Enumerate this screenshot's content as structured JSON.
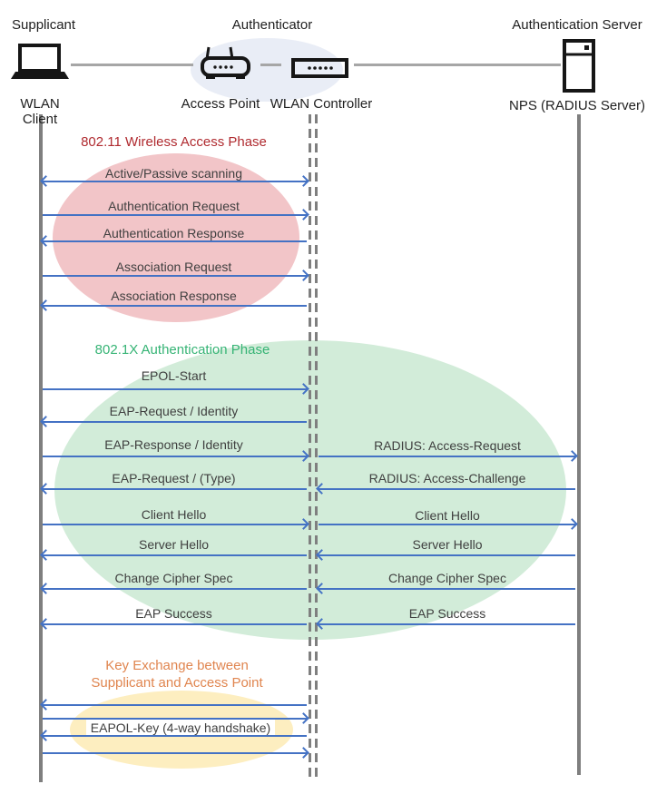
{
  "diagram": {
    "roles": {
      "supplicant": "Supplicant",
      "authenticator": "Authenticator",
      "server": "Authentication Server"
    },
    "devices": {
      "wlan_client": "WLAN Client",
      "access_point": "Access Point",
      "wlan_controller": "WLAN Controller",
      "nps": "NPS (RADIUS Server)"
    },
    "phases": {
      "p1": {
        "title": "802.11 Wireless Access Phase",
        "color": "#b02b30",
        "fill": "#f2c5c8"
      },
      "p2": {
        "title": "802.1X Authentication Phase",
        "color": "#36b475",
        "fill": "#d2ecd9"
      },
      "p3": {
        "title_line1": "Key Exchange between",
        "title_line2": "Supplicant and Access Point",
        "color": "#e0854f",
        "fill": "#fdeec0"
      }
    },
    "messages": [
      {
        "label": "Active/Passive scanning",
        "from": "WLAN Client",
        "to": "WLAN Controller",
        "direction": "both"
      },
      {
        "label": "Authentication Request",
        "from": "WLAN Client",
        "to": "WLAN Controller",
        "direction": "right"
      },
      {
        "label": "Authentication Response",
        "from": "WLAN Controller",
        "to": "WLAN Client",
        "direction": "left"
      },
      {
        "label": "Association Request",
        "from": "WLAN Client",
        "to": "WLAN Controller",
        "direction": "right"
      },
      {
        "label": "Association Response",
        "from": "WLAN Controller",
        "to": "WLAN Client",
        "direction": "left"
      },
      {
        "label": "EPOL-Start",
        "from": "WLAN Client",
        "to": "WLAN Controller",
        "direction": "right"
      },
      {
        "label": "EAP-Request / Identity",
        "from": "WLAN Controller",
        "to": "WLAN Client",
        "direction": "left"
      },
      {
        "label": "EAP-Response / Identity",
        "from": "WLAN Client",
        "to": "WLAN Controller",
        "direction": "right"
      },
      {
        "label": "RADIUS: Access-Request",
        "from": "WLAN Controller",
        "to": "NPS (RADIUS Server)",
        "direction": "right"
      },
      {
        "label": "EAP-Request / (Type)",
        "from": "WLAN Controller",
        "to": "WLAN Client",
        "direction": "left"
      },
      {
        "label": "RADIUS: Access-Challenge",
        "from": "NPS (RADIUS Server)",
        "to": "WLAN Controller",
        "direction": "left"
      },
      {
        "label": "Client Hello",
        "from": "WLAN Client",
        "to": "WLAN Controller",
        "direction": "right"
      },
      {
        "label": "Client Hello",
        "from": "WLAN Controller",
        "to": "NPS (RADIUS Server)",
        "direction": "right"
      },
      {
        "label": "Server Hello",
        "from": "WLAN Controller",
        "to": "WLAN Client",
        "direction": "left"
      },
      {
        "label": "Server Hello",
        "from": "NPS (RADIUS Server)",
        "to": "WLAN Controller",
        "direction": "left"
      },
      {
        "label": "Change Cipher Spec",
        "from": "WLAN Controller",
        "to": "WLAN Client",
        "direction": "left"
      },
      {
        "label": "Change Cipher Spec",
        "from": "NPS (RADIUS Server)",
        "to": "WLAN Controller",
        "direction": "left"
      },
      {
        "label": "EAP Success",
        "from": "WLAN Controller",
        "to": "WLAN Client",
        "direction": "left"
      },
      {
        "label": "EAP Success",
        "from": "NPS (RADIUS Server)",
        "to": "WLAN Controller",
        "direction": "left"
      },
      {
        "label": "",
        "from": "WLAN Controller",
        "to": "WLAN Client",
        "direction": "left"
      },
      {
        "label": "",
        "from": "WLAN Client",
        "to": "WLAN Controller",
        "direction": "right"
      },
      {
        "label": "EAPOL-Key (4-way handshake)",
        "from": "WLAN Controller",
        "to": "WLAN Client",
        "direction": "left"
      },
      {
        "label": "",
        "from": "WLAN Client",
        "to": "WLAN Controller",
        "direction": "right"
      }
    ],
    "colors": {
      "arrow": "#4472c4",
      "lifeline": "#7f7f7f",
      "connector": "#a6a6a6",
      "message_text": "#3f3f3f",
      "hub_fill": "#e9edf6"
    }
  }
}
